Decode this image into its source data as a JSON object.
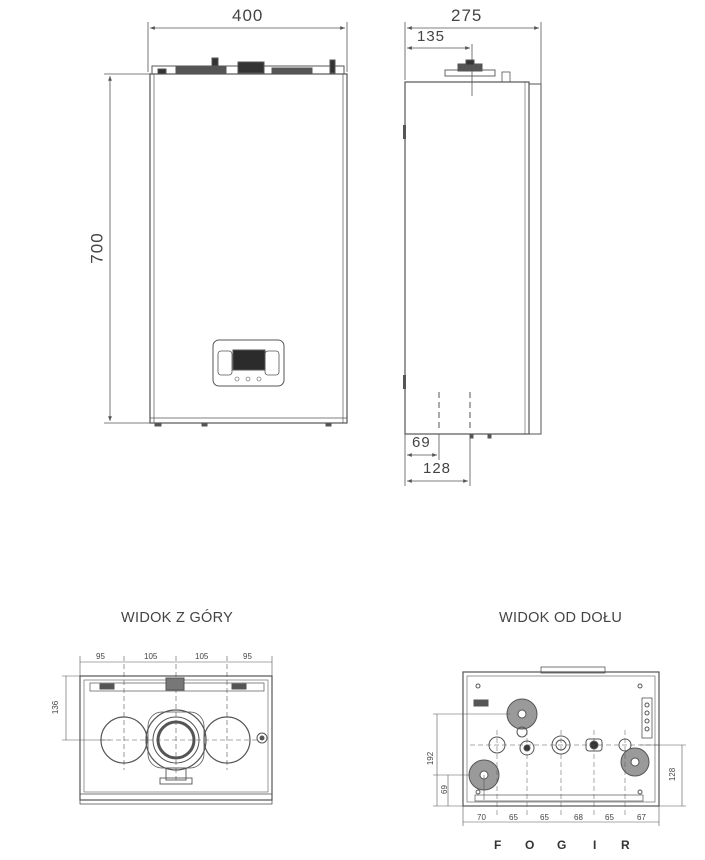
{
  "front_view": {
    "width_dim": "400",
    "height_dim": "700"
  },
  "side_view": {
    "depth_dim": "275",
    "top_offset_dim": "135",
    "bottom_dim_a": "69",
    "bottom_dim_b": "128"
  },
  "top_view": {
    "title": "WIDOK Z GÓRY",
    "dims": [
      "95",
      "105",
      "105",
      "95"
    ],
    "depth_dim": "136"
  },
  "bottom_view": {
    "title": "WIDOK OD DOŁU",
    "dims": [
      "70",
      "65",
      "65",
      "68",
      "65",
      "67"
    ],
    "left_dim_a": "192",
    "left_dim_b": "69",
    "right_dim": "128",
    "connections": [
      "F",
      "O",
      "G",
      "I",
      "R"
    ]
  },
  "colors": {
    "line": "#555555",
    "dim_line": "#666666",
    "fill_gray": "#9a9a9a",
    "panel_dark": "#2b2b2b"
  }
}
